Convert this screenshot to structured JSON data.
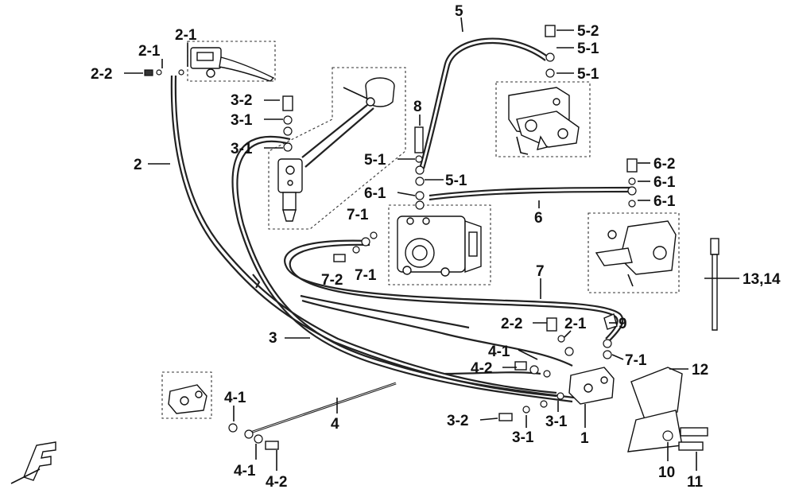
{
  "labels": {
    "l_5": "5",
    "l_5_2": "5-2",
    "l_5_1a": "5-1",
    "l_5_1b": "5-1",
    "l_2_1": "2-1",
    "l_2_1b": "2-1",
    "l_2_2": "2-2",
    "l_8": "8",
    "l_3_2": "3-2",
    "l_3_1a": "3-1",
    "l_3_1b": "3-1",
    "l_5_1c": "5-1",
    "l_5_1d": "5-1",
    "l_6_1a": "6-1",
    "l_6_2": "6-2",
    "l_6_1b": "6-1",
    "l_6_1c": "6-1",
    "l_2": "2",
    "l_6": "6",
    "l_7_1a": "7-1",
    "l_7_2": "7-2",
    "l_7_1b": "7-1",
    "l_13_14": "13,14",
    "l_7": "7",
    "l_2_2b": "2-2",
    "l_2_1c": "2-1",
    "l_9": "9",
    "l_3": "3",
    "l_4_1a": "4-1",
    "l_7_1c": "7-1",
    "l_4_2a": "4-2",
    "l_12": "12",
    "l_4_1b": "4-1",
    "l_4": "4",
    "l_3_2b": "3-2",
    "l_3_1c": "3-1",
    "l_3_1d": "3-1",
    "l_1": "1",
    "l_4_1c": "4-1",
    "l_4_2b": "4-2",
    "l_10": "10",
    "l_11": "11"
  }
}
